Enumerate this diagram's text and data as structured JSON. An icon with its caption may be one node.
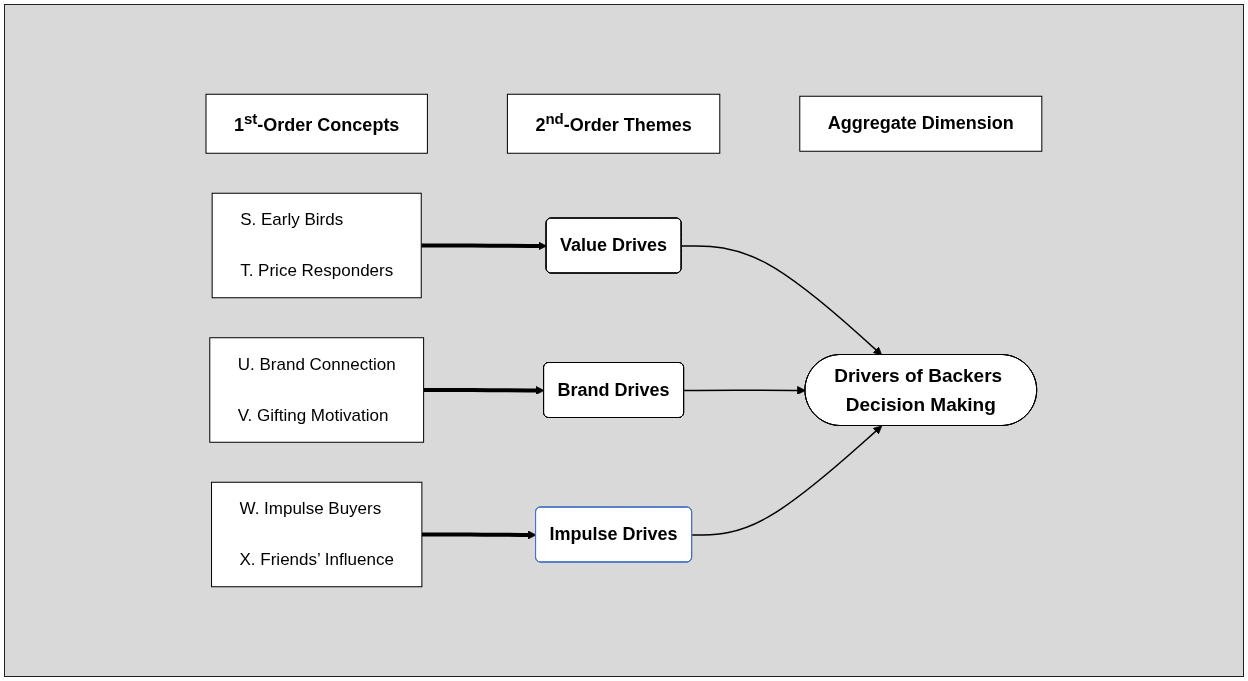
{
  "diagram": {
    "nodes": [
      {
        "text": [
          "1$^{st}$-Order Concepts"
        ]
      },
      {
        "text": [
          "2$^{nd}$-Order Themes"
        ]
      },
      {
        "text": [
          "Aggregate Dimension"
        ]
      },
      {
        "text": [
          "S. Early Birds",
          "T. Price Responders"
        ]
      },
      {
        "text": [
          "Value Drives"
        ]
      },
      {
        "text": [
          "U. Brand Connection",
          "V. Gifting Motivation"
        ]
      },
      {
        "text": [
          "Brand Drives"
        ]
      },
      {
        "text": [
          "W. Impulse Buyers",
          "X. Friends’ Influence"
        ]
      },
      {
        "text": [
          "Impulse Drives"
        ]
      },
      {
        "text": [
          "Drivers of Backers Decision Making"
        ]
      }
    ],
    "edges": [
      {
        "from": 3,
        "to": 4,
        "arrow": "to",
        "style": "thick"
      },
      {
        "from": 5,
        "to": 6,
        "arrow": "to",
        "style": "thick"
      },
      {
        "from": 7,
        "to": 8,
        "arrow": "to",
        "style": "thick"
      },
      {
        "from": 4,
        "to": 9,
        "arrow": "to"
      },
      {
        "from": 6,
        "to": 9,
        "arrow": "to"
      },
      {
        "from": 8,
        "to": 9,
        "arrow": "to"
      }
    ]
  }
}
